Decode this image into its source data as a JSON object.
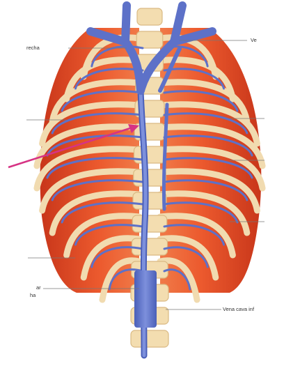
{
  "labels": {
    "top_left": "recha",
    "top_right": "Ve",
    "bottom_left_line1": "ar",
    "bottom_left_line2": "ha",
    "bottom_right": "Vena cava inf"
  },
  "colors": {
    "muscle": "#e8532a",
    "muscle_dark": "#c8361a",
    "bone": "#f3ddb0",
    "bone_shadow": "#d9b982",
    "vein": "#6c7fd2",
    "vein_dark": "#4a5fb8",
    "arrow": "#d63384",
    "leader": "#777777"
  },
  "icons": {
    "pointer": "arrow-icon"
  }
}
